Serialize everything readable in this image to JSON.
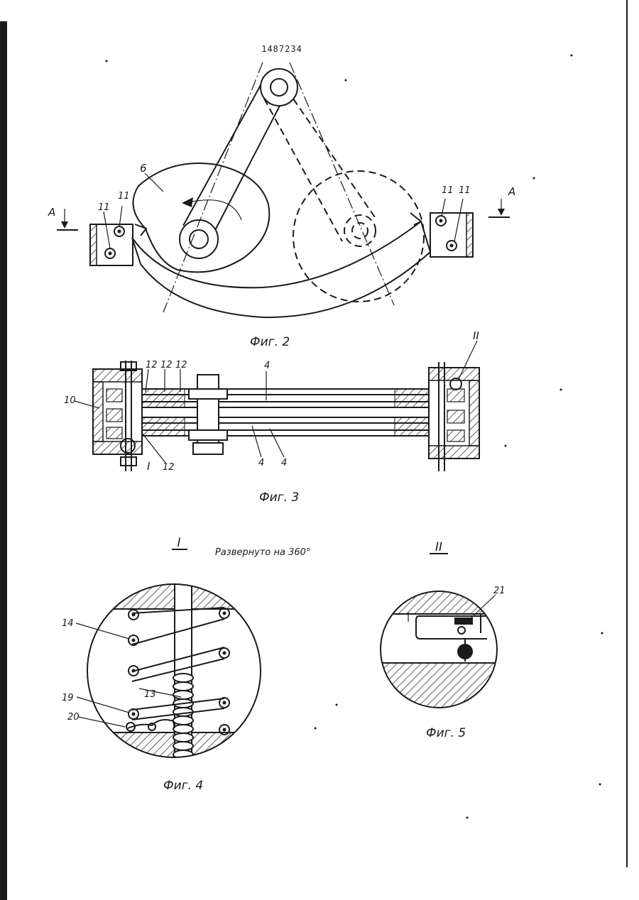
{
  "document": {
    "number": "1487234",
    "labels": {
      "part_6": "6",
      "part_11": "11",
      "section_A": "A",
      "part_12": "12",
      "part_10": "10",
      "part_4": "4",
      "detail_I": "I",
      "detail_II": "II",
      "part_14": "14",
      "part_13": "13",
      "part_19": "19",
      "part_20": "20",
      "part_21": "21",
      "rotated_note": "Развернуто на 360°"
    },
    "captions": {
      "fig2": "Фиг. 2",
      "fig3": "Фиг. 3",
      "fig4": "Фиг. 4",
      "fig5": "Фиг. 5"
    }
  }
}
